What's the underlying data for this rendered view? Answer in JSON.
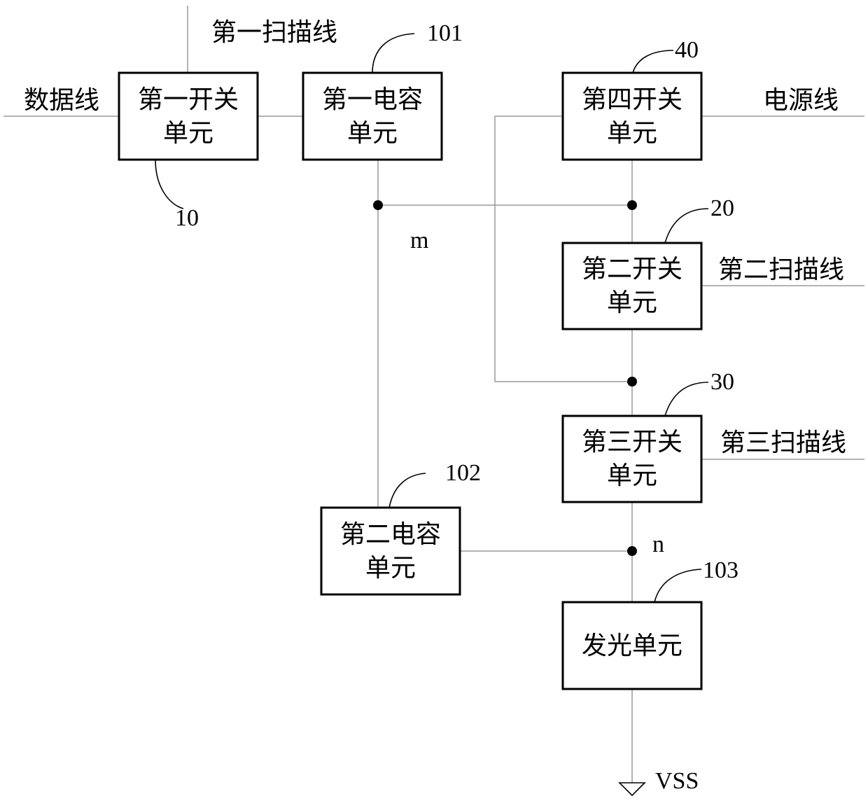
{
  "blocks": {
    "switch1": {
      "line1": "第一开关",
      "line2": "单元",
      "ref": "10"
    },
    "cap1": {
      "line1": "第一电容",
      "line2": "单元",
      "ref": "101"
    },
    "switch4": {
      "line1": "第四开关",
      "line2": "单元",
      "ref": "40"
    },
    "switch2": {
      "line1": "第二开关",
      "line2": "单元",
      "ref": "20"
    },
    "switch3": {
      "line1": "第三开关",
      "line2": "单元",
      "ref": "30"
    },
    "cap2": {
      "line1": "第二电容",
      "line2": "单元",
      "ref": "102"
    },
    "emitter": {
      "label": "发光单元",
      "ref": "103"
    }
  },
  "signals": {
    "data_line": "数据线",
    "scan1": "第一扫描线",
    "scan2": "第二扫描线",
    "scan3": "第三扫描线",
    "power_line": "电源线",
    "vss": "VSS"
  },
  "nodes": {
    "m": "m",
    "n": "n"
  }
}
